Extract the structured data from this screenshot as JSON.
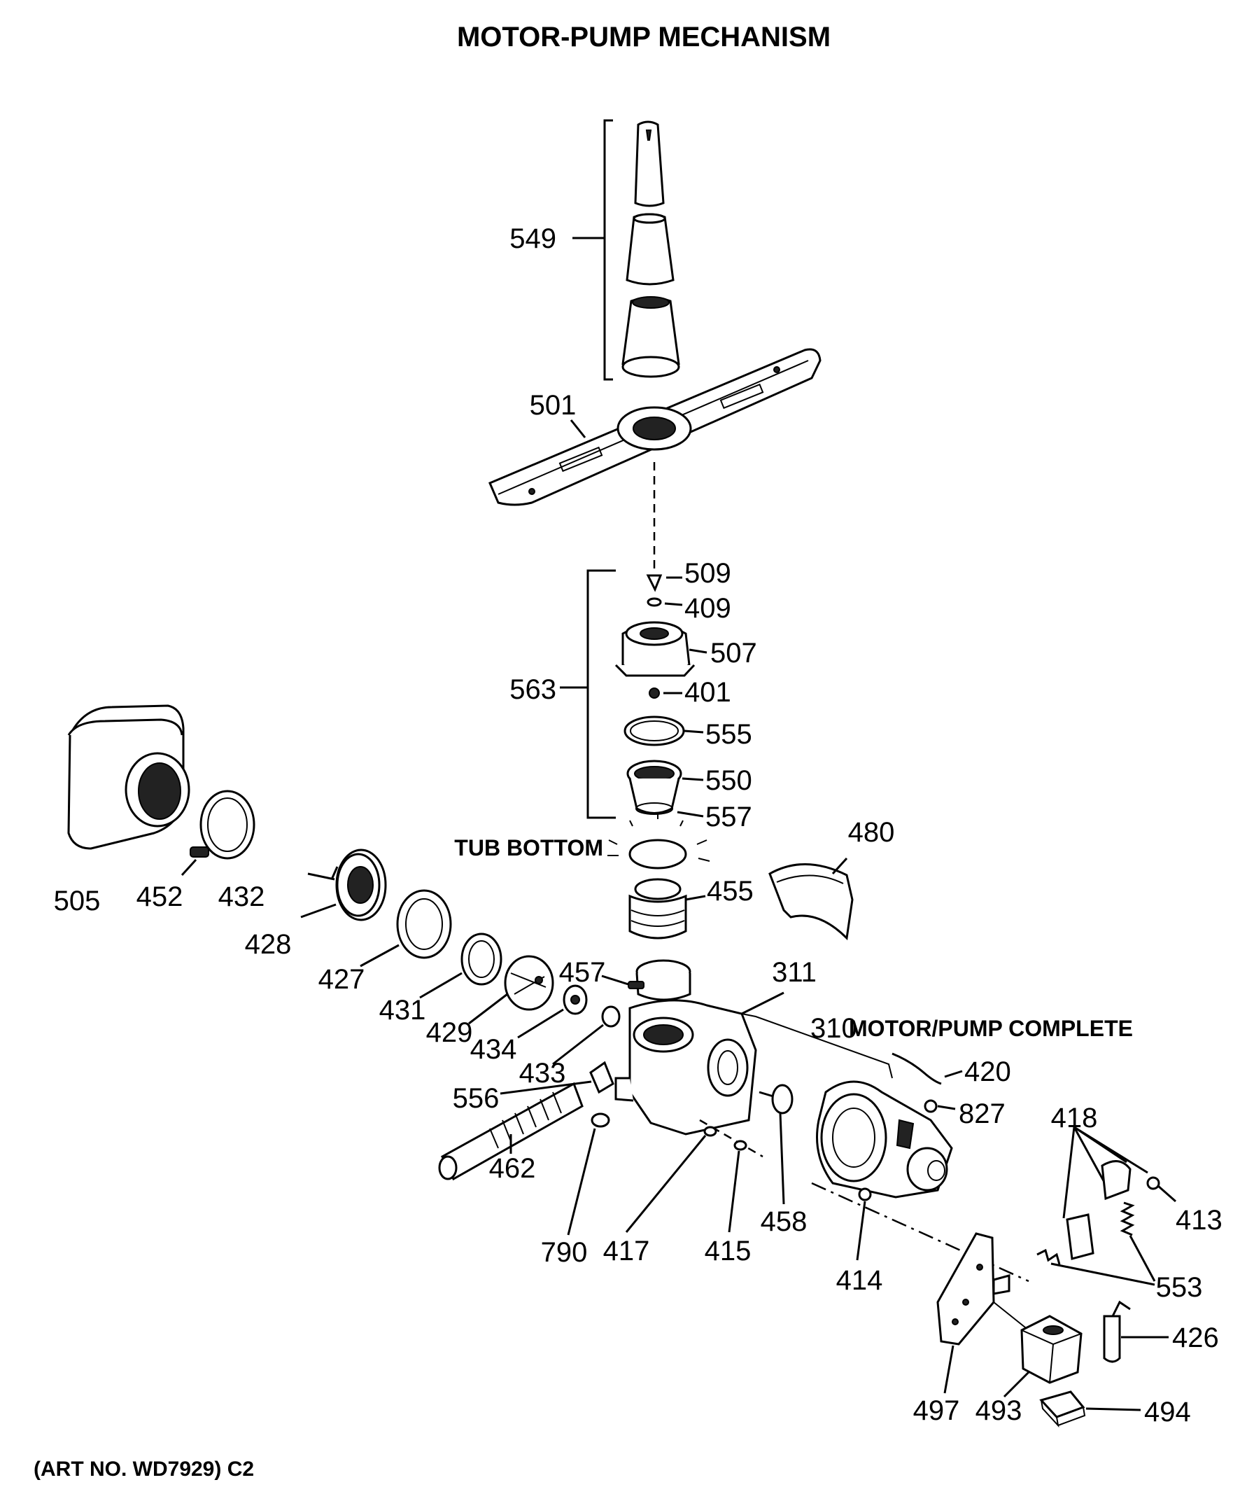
{
  "title": "MOTOR-PUMP MECHANISM",
  "footer": "(ART NO. WD7929) C2",
  "labels": {
    "p549": "549",
    "p501": "501",
    "p509": "509",
    "p409": "409",
    "p507": "507",
    "p563": "563",
    "p401": "401",
    "p555": "555",
    "p550": "550",
    "p557": "557",
    "tub_bottom": "TUB BOTTOM",
    "p480": "480",
    "p455": "455",
    "p505": "505",
    "p452": "452",
    "p432": "432",
    "p428": "428",
    "p427": "427",
    "p431": "431",
    "p429": "429",
    "p457": "457",
    "p311": "311",
    "p434": "434",
    "p433": "433",
    "p310": "310",
    "motor_pump_complete": "MOTOR/PUMP COMPLETE",
    "p420": "420",
    "p556": "556",
    "p827": "827",
    "p418": "418",
    "p462": "462",
    "p458": "458",
    "p413": "413",
    "p790": "790",
    "p417": "417",
    "p415": "415",
    "p414": "414",
    "p553": "553",
    "p426": "426",
    "p497": "497",
    "p493": "493",
    "p494": "494"
  }
}
